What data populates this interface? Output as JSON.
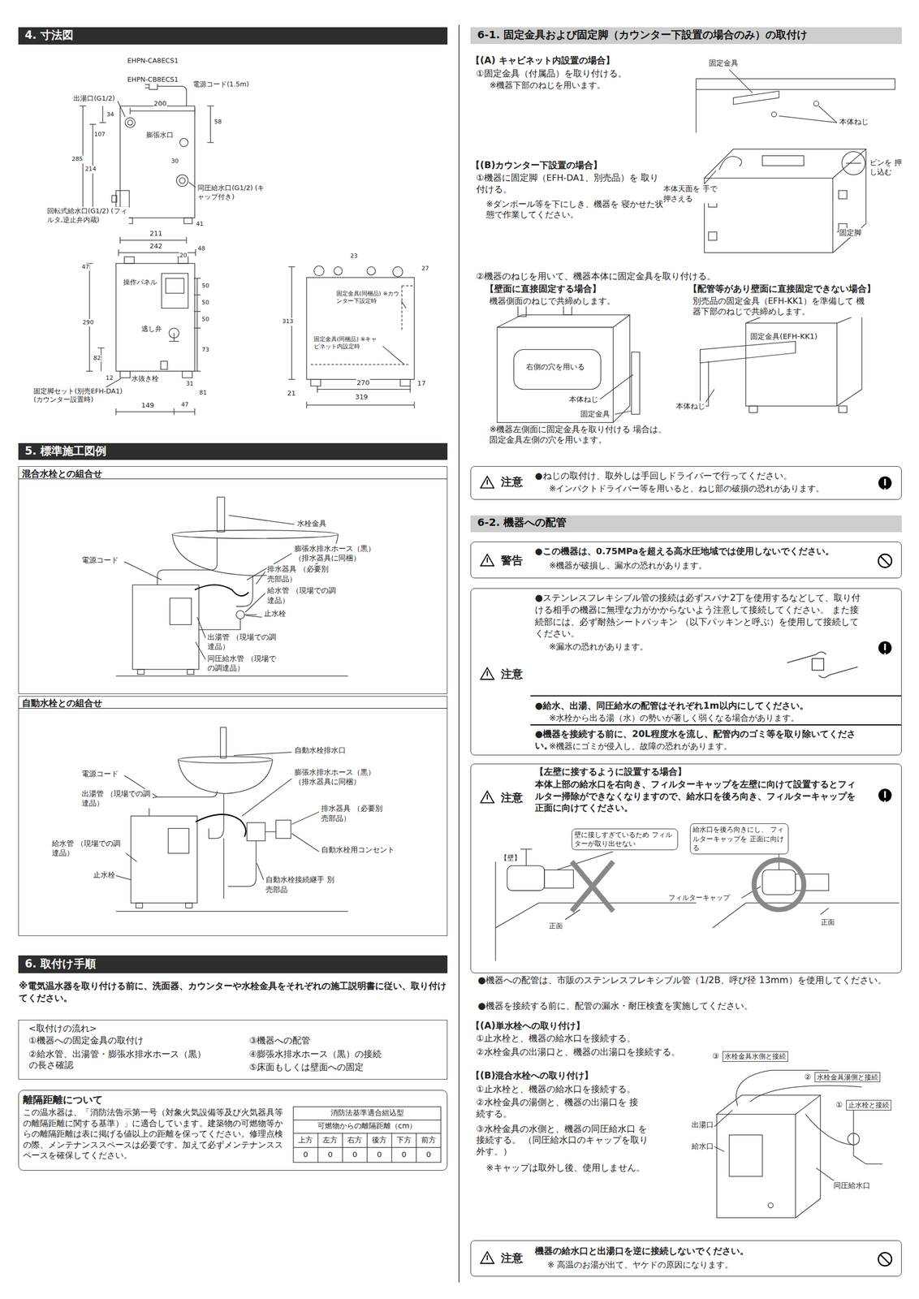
{
  "diagram": {
    "nodes": [
      {
        "text": [
          "4. 寸法図"
        ]
      },
      {
        "text": [
          "5. 標準施工図例"
        ]
      },
      {
        "text": [
          "混合水栓との組合せ"
        ]
      },
      {
        "text": [
          "自動水栓との組合せ"
        ]
      },
      {
        "text": [
          "6. 取付け手順"
        ]
      },
      {
        "text": [
          "<取付けの流れ>",
          "①機器への固定金具の取付け",
          "②給水管、出湯管・膨張水排水ホース（黒） の長さ確認",
          "③機器への配管",
          "④膨張水排水ホース（黒）の接続",
          "⑤床面もしくは壁面への固定"
        ]
      },
      {
        "text": [
          "離隔距離について",
          "この温水器は、「消防法告示第一号（対象火気設備等及び火気器具等の離隔距離に関する基準）」に適合しています。建築物の可燃物等からの離隔距離は表に掲げる値以上の距離を保ってください。修理点検の際、メンテナンススペースは必要です。加えて必ずメンテナンススペースを確保してください。"
        ]
      },
      {
        "text": [
          "6-1. 固定金具および固定脚（カウンター下設置の場合のみ）の取付け"
        ]
      },
      {
        "text": [
          "注意",
          "●ねじの取付け、取外しは手回しドライバーで行ってください。",
          "※インパクトドライバー等を用いると、ねじ部の破損の恐れがあります。"
        ]
      },
      {
        "text": [
          "6-2. 機器への配管"
        ]
      },
      {
        "text": [
          "警告",
          "●この機器は、0.75MPaを超える高水圧地域では使用しないでください。",
          "※機器が破損し、漏水の恐れがあります。"
        ]
      },
      {
        "text": [
          "注意",
          "●ステンレスフレキシブル管の接続は必ずスパナ2丁を使用するなどして、取り付ける相手の機器に無理な力がかからないよう注意して接続してください。 また接続部には、必ず耐熱シートパッキン （以下パッキンと呼ぶ）を使用して接続してください。",
          "※漏水の恐れがあります。",
          "●給水、出湯、同圧給水の配管はそれぞれ1m以内にしてください。",
          "※水栓から出る湯（水）の勢いが著しく弱くなる場合があります。",
          "●機器を接続する前に、20L程度水を流し、配管内のゴミ等を取り除いてください。",
          "※機器にゴミが侵入し、故障の恐れがあります。"
        ]
      },
      {
        "text": [
          "注意",
          "【左壁に接するように設置する場合】",
          "本体上部の給水口を右向き、フィルターキャップを左壁に向けて設置するとフィルター掃除ができなくなりますので、給水口を後ろ向き、フィルターキャップを正面に向けてください。"
        ]
      },
      {
        "text": [
          "注意",
          "機器の給水口と出湯口を逆に接続しないでください。",
          "※ 高温のお湯が出て、ヤケドの原因になります。"
        ]
      }
    ],
    "labels": [
      "EHPN-CA8ECS1",
      "EHPN-CB8ECS1",
      "電源コード(1.5m)",
      "出湯口(G1/2)",
      "200",
      "34",
      "107",
      "58",
      "膨張水口",
      "285",
      "214",
      "30",
      "同圧給水口(G1/2) (キャップ付き)",
      "回転式給水口(G1/2) (フィルタ,逆止弁内蔵)",
      "41",
      "211",
      "242",
      "48",
      "20",
      "47",
      "操作パネル",
      "290",
      "50",
      "50",
      "50",
      "73",
      "逃し弁",
      "82",
      "12",
      "水抜き栓",
      "31",
      "固定脚セット(別売EFH-DA1) (カウンター設置時)",
      "81",
      "149",
      "47",
      "23",
      "27",
      "313",
      "固定金具(同梱品) ※カウンター下設定時",
      "固定金具(同梱品) ※キャビネット内設定時",
      "270",
      "17",
      "21",
      "319",
      "水栓金具",
      "電源コード",
      "膨張水排水ホース（黒） （排水器具に同梱）",
      "排水器具 （必要別売部品）",
      "給水管 （現場での調達品）",
      "止水栓",
      "出湯管 （現場での調達品）",
      "同圧給水管 （現場での調達品）",
      "自動水栓排水口",
      "電源コード",
      "膨張水排水ホース（黒） （排水器具に同梱）",
      "出湯管 （現場での調達品）",
      "排水器具 （必要別売部品）",
      "給水管 （現場での調達品）",
      "自動水栓用コンセント",
      "止水栓",
      "自動水栓接続継手 別売部品",
      "※電気温水器を取り付ける前に、洗面器、カウンターや水栓金具をそれぞれの施工説明書に従い、取り付けてください。",
      "消防法基準適合組込型",
      "可燃物からの離隔距離（cm）",
      "上方",
      "左方",
      "右方",
      "後方",
      "下方",
      "前方",
      "0",
      "0",
      "0",
      "0",
      "0",
      "0",
      "【(A) キャビネット内設置の場合】",
      "①固定金具（付属品）を取り付ける。",
      "※機器下部のねじを用います。",
      "固定金具",
      "本体ねじ",
      "【(B)カウンター下設置の場合】",
      "①機器に固定脚（EFH-DA1、別売品）を 取り付ける。",
      "※ダンボール等を下にしき、機器を 寝かせた状態で作業してください。",
      "本体天面を 手で押さえる",
      "ピンを 押し込む",
      "固定脚",
      "②機器のねじを用いて、機器本体に固定金具を取り付ける。",
      "【壁面に直接固定する場合】",
      "機器側面のねじで共締めします。",
      "【配管等があり壁面に直接固定できない場合】",
      "別売品の固定金具（EFH-KK1）を準備して 機器下部のねじで共締めします。",
      "右側の穴を用いる",
      "本体ねじ",
      "固定金具",
      "※機器左側面に固定金具を取り付ける 場合は、固定金具左側の穴を用います。",
      "固定金具(EFH-KK1)",
      "本体ねじ",
      "壁に接しすぎているため フィルターが取り出せない",
      "給水口を後ろ向きにし、 フィルターキャップを 正面に向ける",
      "【壁】",
      "フィルターキャップ",
      "正面",
      "正面",
      "●機器への配管は、市販のステンレスフレキシブル管（1/2B、呼び径 13mm）を使用してください。",
      "●機器を接続する前に、配管の漏水・耐圧検査を実施してください。",
      "【(A)単水栓への取り付け】",
      "①止水栓と、機器の給水口を接続する。",
      "②水栓金具の出湯口と、機器の出湯口を接続する。",
      "【(B)混合水栓への取り付け】",
      "①止水栓と、機器の給水口を接続する。",
      "②水栓金具の湯側と、機器の出湯口を 接続する。",
      "③水栓金具の水側と、機器の同圧給水口 を接続する。 （同圧給水口のキャップを取り外す。）",
      "※キャップは取外し後、使用しません。",
      "③",
      "水栓金具水側と接続",
      "②",
      "水栓金具湯側と接続",
      "①",
      "止水栓と接続",
      "出湯口",
      "給水口",
      "同圧給水口"
    ]
  }
}
